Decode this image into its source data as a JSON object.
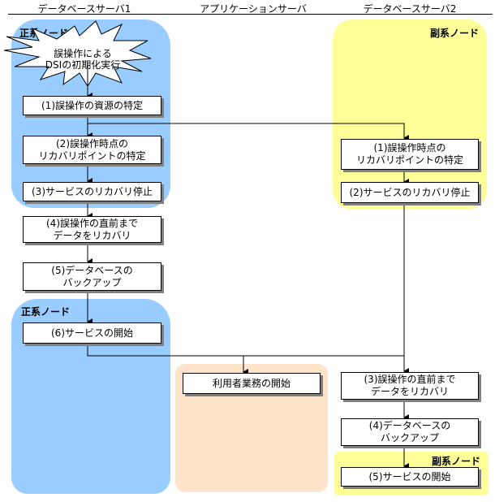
{
  "columns": [
    "データベースサーバ1",
    "アプリケーションサーバ",
    "データベースサーバ2"
  ],
  "regions": {
    "primary_top_label": "正系ノード",
    "secondary_top_label": "副系ノード",
    "primary_bottom_label": "正系ノード",
    "secondary_bottom_label": "副系ノード"
  },
  "colors": {
    "primary_node": "#99ccff",
    "secondary_node": "#ffff99",
    "application": "#ffe4cc"
  },
  "trigger": {
    "line1": "誤操作による",
    "line2": "DSIの初期化実行"
  },
  "server1_steps": [
    {
      "line1": "(1)誤操作の資源の特定"
    },
    {
      "line1": "(2)誤操作時点の",
      "line2": "リカバリポイントの特定"
    },
    {
      "line1": "(3)サービスのリカバリ停止"
    },
    {
      "line1": "(4)誤操作の直前まで",
      "line2": "データをリカバリ"
    },
    {
      "line1": "(5)データベースの",
      "line2": "バックアップ"
    },
    {
      "line1": "(6)サービスの開始"
    }
  ],
  "server2_steps": [
    {
      "line1": "(1)誤操作時点の",
      "line2": "リカバリポイントの特定"
    },
    {
      "line1": "(2)サービスのリカバリ停止"
    },
    {
      "line1": "(3)誤操作の直前まで",
      "line2": "データをリカバリ"
    },
    {
      "line1": "(4)データベースの",
      "line2": "バックアップ"
    },
    {
      "line1": "(5)サービスの開始"
    }
  ],
  "app_steps": [
    {
      "line1": "利用者業務の開始"
    }
  ]
}
